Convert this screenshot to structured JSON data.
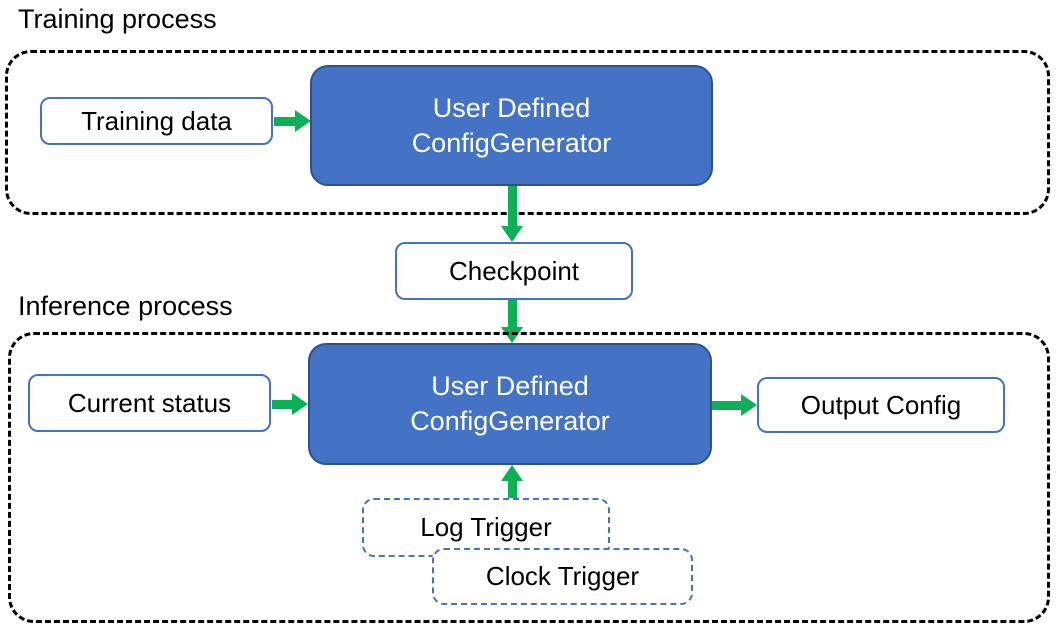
{
  "colors": {
    "node_fill": "#4472C4",
    "node_border": "#2F528F",
    "box_border": "#4472C4",
    "trigger_border": "#4472C4",
    "container_border": "#000000",
    "arrow_color": "#0CB157",
    "text_dark": "#000000",
    "text_light": "#FFFFFF",
    "bg": "#FFFFFF"
  },
  "training": {
    "label": "Training process",
    "training_data": "Training data",
    "generator_line1": "User Defined",
    "generator_line2": "ConfigGenerator"
  },
  "checkpoint": {
    "label": "Checkpoint"
  },
  "inference": {
    "label": "Inference process",
    "current_status": "Current status",
    "generator_line1": "User Defined",
    "generator_line2": "ConfigGenerator",
    "output_config": "Output Config",
    "log_trigger": "Log Trigger",
    "clock_trigger": "Clock Trigger"
  }
}
